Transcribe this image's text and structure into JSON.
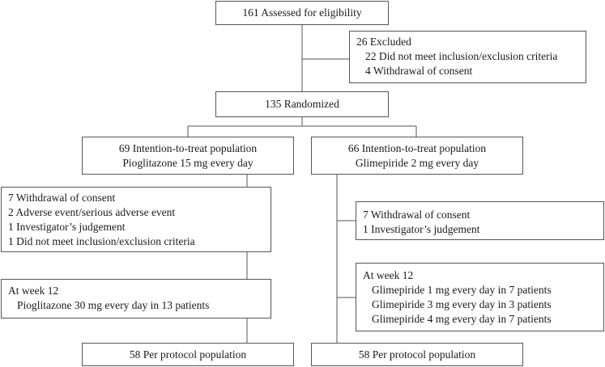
{
  "assessed": "161 Assessed for eligibility",
  "excluded": {
    "title": "26 Excluded",
    "items": [
      "22 Did not meet inclusion/exclusion criteria",
      "4 Withdrawal of consent"
    ]
  },
  "randomized": "135 Randomized",
  "left_arm": {
    "itt": "69 Intention-to-treat population",
    "treatment": "Pioglitazone 15 mg every day",
    "withdrawals": [
      "7 Withdrawal of consent",
      "2 Adverse event/serious adverse event",
      "1 Investigator’s judgement",
      "1 Did not meet inclusion/exclusion criteria"
    ],
    "week12_title": "At week 12",
    "week12_items": [
      "Pioglitazone 30 mg every day in 13 patients"
    ],
    "per_protocol": "58 Per protocol population"
  },
  "right_arm": {
    "itt": "66 Intention-to-treat population",
    "treatment": "Glimepiride 2 mg every day",
    "withdrawals": [
      "7 Withdrawal of consent",
      "1 Investigator’s judgement"
    ],
    "week12_title": "At week 12",
    "week12_items": [
      "Glimepiride 1 mg every day in 7 patients",
      "Glimepiride 3 mg every day in 3 patients",
      "Glimepiride 4 mg every day in 7 patients"
    ],
    "per_protocol": "58 Per protocol population"
  }
}
